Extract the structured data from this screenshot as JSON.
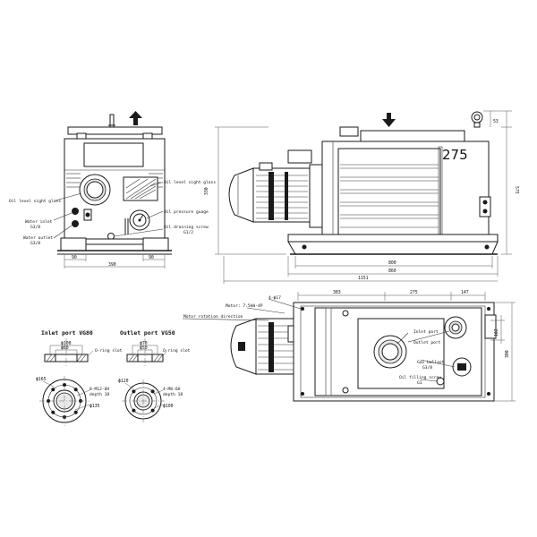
{
  "front_view": {
    "labels": {
      "oil_level_left": "Oil level sight glass",
      "oil_level_right": "Oil level sight glass",
      "water_inlet": "Water inlet",
      "water_inlet_size": "G3/8",
      "water_outlet": "Water outlet",
      "water_outlet_size": "G3/8",
      "oil_pressure": "Oil pressure guage",
      "oil_draining": "Oil draining screw",
      "oil_draining_size": "G1/2"
    },
    "dims": {
      "foot_left": "90",
      "foot_right": "90",
      "overall": "390"
    }
  },
  "side_view": {
    "model_number": "275",
    "dims": {
      "overall_length": "1151",
      "middle_length": "860",
      "base_length": "800",
      "height_shaft": "330",
      "overall_height": "575",
      "lift_offset": "53"
    }
  },
  "top_view": {
    "labels": {
      "rotation": "Motor rotation direction",
      "motor": "Motor: 7.5kW-4P",
      "holes": "4-ϕ17",
      "inlet": "Inlet port",
      "outlet": "Outlet port",
      "gas_ballast": "Gas ballast",
      "gas_ballast_size": "G3/8",
      "oil_filling": "Oil filling screw",
      "oil_filling_size": "G1"
    },
    "dims": {
      "d1": "383",
      "d2": "275",
      "d3": "147",
      "d4": "102",
      "d5": "300"
    }
  },
  "inlet_port": {
    "title": "Inlet port VG80",
    "oring": "O-ring slot",
    "d_top1": "ϕ100",
    "d_top2": "ϕ80",
    "d_outer": "ϕ165",
    "bolts": "8-M12-6H",
    "depth": "depth 18",
    "d_pcd": "ϕ135"
  },
  "outlet_port": {
    "title": "Outlet port VG50",
    "oring": "O-ring slot",
    "d_top1": "ϕ70",
    "d_top2": "ϕ50",
    "d_outer": "ϕ120",
    "bolts": "4-M8-6H",
    "depth": "depth 18",
    "d_pcd": "ϕ100"
  }
}
